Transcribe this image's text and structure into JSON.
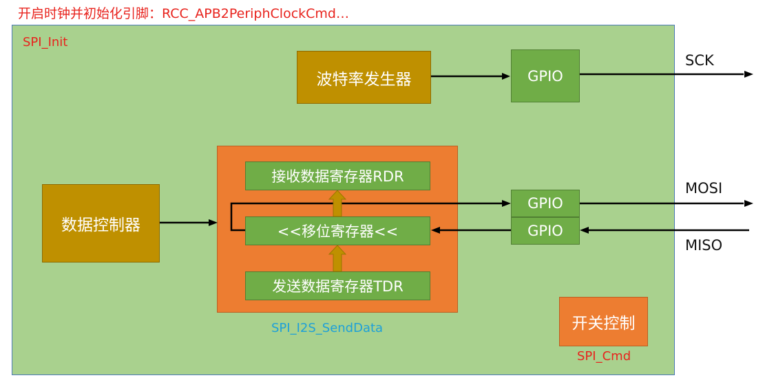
{
  "header": {
    "note": "开启时钟并初始化引脚：RCC_APB2PeriphClockCmd…"
  },
  "labels": {
    "spi_init": "SPI_Init",
    "spi_i2s_senddata": "SPI_I2S_SendData",
    "spi_cmd": "SPI_Cmd"
  },
  "blocks": {
    "baud_rate_generator": "波特率发生器",
    "gpio_sck": "GPIO",
    "data_controller": "数据控制器",
    "receive_register": "接收数据寄存器RDR",
    "shift_register": "<<移位寄存器<<",
    "transmit_register": "发送数据寄存器TDR",
    "gpio_mosi": "GPIO",
    "gpio_miso": "GPIO",
    "switch_control": "开关控制"
  },
  "signals": {
    "sck": "SCK",
    "mosi": "MOSI",
    "miso": "MISO"
  },
  "colors": {
    "panel_green": "#a9d18e",
    "mustard": "#bf9000",
    "gpio_green": "#70ad47",
    "orange": "#ed7d31",
    "label_red": "#e8231d",
    "label_blue": "#1ea0d8"
  }
}
